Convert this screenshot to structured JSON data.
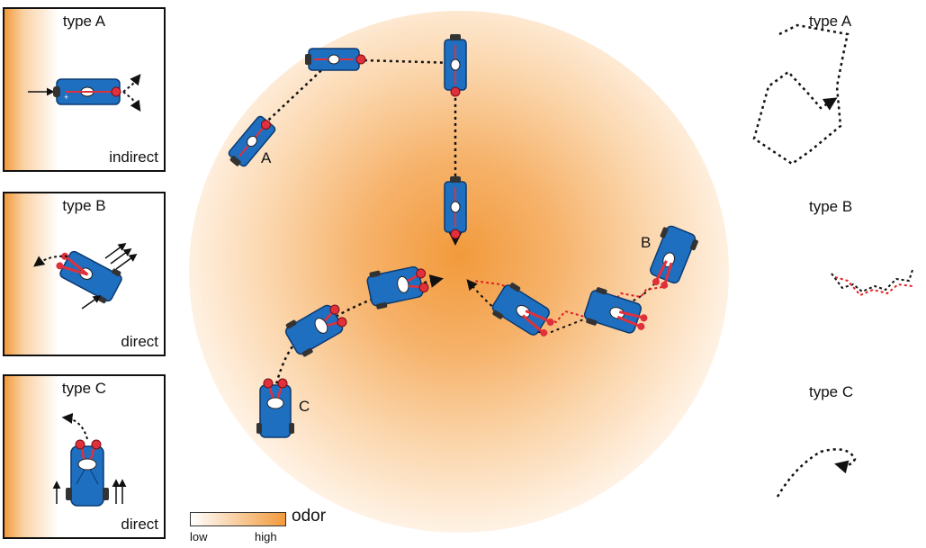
{
  "panels": [
    {
      "title": "type A",
      "footer": "indirect"
    },
    {
      "title": "type B",
      "footer": "direct"
    },
    {
      "title": "type C",
      "footer": "direct"
    }
  ],
  "car_labels": {
    "a": "A",
    "b": "B",
    "c": "C"
  },
  "right_panels": [
    {
      "title": "type A"
    },
    {
      "title": "type B"
    },
    {
      "title": "type C"
    }
  ],
  "legend": {
    "label": "odor",
    "low": "low",
    "high": "high"
  },
  "colors": {
    "odor": "#f29a3c",
    "car_body": "#1f6fc0",
    "sensor": "#e0303c",
    "trail_red": "#e02020"
  }
}
